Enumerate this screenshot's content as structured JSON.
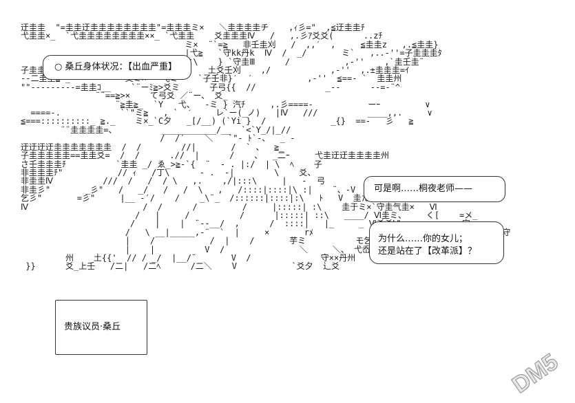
{
  "art_lines": [
    "迂圭圭  \"=圭圭迂圭圭圭圭圭圭圭圭\"=圭圭圭ミ×   ＼圭圭圭圭チ    ,ｨ彡=\"  ,≦迂圭圭ﾁ",
    "弋圭圭×_  `弋圭圭圭圭圭圭圭圭××_ `弋圭圭    爻圭圭圭Ⅳ   /   ,.彡ｱ爻爻(      ..zﾁ",
    "                                 ミ×  ¨`=≧   非壬圭刈   /  ,,′  ,     ≦圭圭z   ,.≦圭圭}",
    "                                 |弋≧   `守kk丹k  Ⅳ  /  _/       ミ`   ,..-''=子圭圭圭ﾀ",
    "                                 ミ\\    } `守圭Ⅲ      /           ,-''    ,`圭壬圭¨",
    "子圭圭-_            `<   弋圭‾`守爻     土爻壬刈    ,/            ,-''  ,.±圭圭圭=ｲ",
    "--二圭圭≧-_           爻ミ×   弋ミ    `子壬非}′  ′           ,-''  ≦==- `  圭圭州",
    "\"\"---------=圭圭ｺ__    `¨ーﾐ≧>爻ミ      子弓{{  //              _-‐      --=‐¨^",
    "               ¨¨==≧>×    て弓爻 ／¨ー、 爻_",
    "                   ¨≧圭≧_  `Y   弋、  -ミ } 汽ﾁ     ,.彡====-           ーｰ         ∨",
    "  ====-.            ``\"ミ≧   , `  ˊ     レ`ー(_ノ)   |Ⅳ   ///          ____,,.     ∨",
    "≦===::::::::::_ ≧._    ミ×_`C夕   _[/__) (`Yi }  /             _{}  ==-   彡   ≧",
    "        ¨¨圭圭圭圭=、         ___________/__  `<`Y_/|_//",
    "                            /  /′    ＼   `\"‐ ﾄ`‐、  _ - ",
    "迂迂迂迂圭圭圭圭圭圭圭  /  /        //|       /  ` 、  ≧_",
    "子圭圭圭圭圭==圭圭爻=  /  /      .//  |      /    、  _二ｰ     弋圭迂迂圭圭圭圭州",
    "さ壬圭圭圭ﾁ          `圭圭 _/ ゑ_>≧‐`{  ¨  ‐ . |:/  | \\  ﾍ    子",
    "非圭圭圭ﾁ\"           // ｨ   /丁\\      - .  -|        \\    爻、",
    "非圭圭Ⅳ          ///  /   /  / \\   ,.    ,/|:::\\     |   -  弓",
    "非圭彡\"       _彡\"   /   _/   /   /  \\   ,   /::::|::::|\\ :|    ¨、-V",
    "乞彡\"       =彡\"     |__ -′/    /    _\\¨_  /::::::|::::|:\\   ﾄ   V  圭た迂≧×上守ミ   Ⅵ刈{",
    "Ⅳ                       /  /      /         /     |:::::| :\\    圭于ミ×`守圭气圭×   Ⅵ",
    "                       /   |     /          /      |:::::| ::\\   ____/ Ⅵ圭ミ、    く[    =メ_",
    "                      /    |    |  ¨‐-__/  ,      /  ::::|   |_     _ Ⅵ爻爻Ⅵ、      、  _守×",
    "                     /   \\ __|_____,-¨  `  |     ×       rﾒ                ¨乞ミ  弋、    守、     守",
    "                     |    /           /  |    /       芋ミ          モ乞ミ  ＼ ×    Ⅵ_       マ",
    "                     |    |          V  /               ＼     ＼、 弋岙   z_ \"マ",
    "         州    土{{'  // / _/  |__/¨       V  /              守××丹州     の  マ",
    " }}      爻_上壬   /二|   /二ﾍ      /二＼    V           `爻夕  辶爻"
  ],
  "bubbles": {
    "status": "○ 桑丘身体状况：【出血严重】",
    "dialogue_1": "可是啊……桐夜老师——",
    "dialogue_2_line1": "为什么……你的女儿；",
    "dialogue_2_line2": "还是站在了【改革派】？",
    "caption": "贵族议员·桑丘"
  },
  "watermark": "DM5"
}
